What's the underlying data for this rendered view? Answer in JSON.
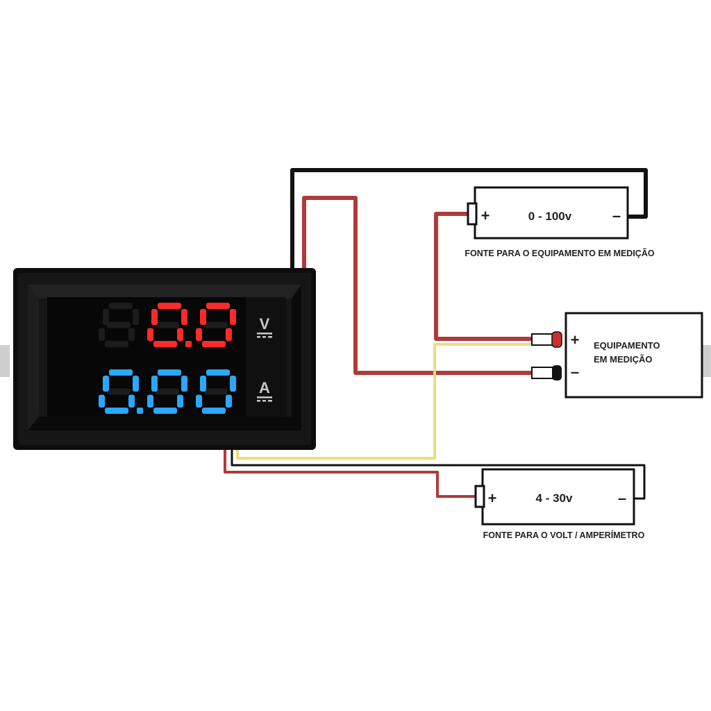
{
  "meter": {
    "voltage_reading": "0.0",
    "current_reading": "0.00",
    "voltage_unit": "V",
    "current_unit": "A",
    "colors": {
      "voltage": "#ff2a2a",
      "current": "#2aa8ff",
      "body": "#111111"
    }
  },
  "sources": {
    "measured_supply": {
      "rating": "0 - 100v",
      "plus": "+",
      "minus": "–",
      "caption": "FONTE PARA O EQUIPAMENTO EM MEDIÇÃO"
    },
    "meter_supply": {
      "rating": "4 - 30v",
      "plus": "+",
      "minus": "–",
      "caption": "FONTE PARA O VOLT / AMPERÍMETRO"
    }
  },
  "device": {
    "label_line1": "EQUIPAMENTO",
    "label_line2": "EM MEDIÇÃO",
    "plus": "+",
    "minus": "–"
  },
  "wires": {
    "black": "#111111",
    "red": "#b03a3a",
    "yellow": "#e8df7a"
  }
}
